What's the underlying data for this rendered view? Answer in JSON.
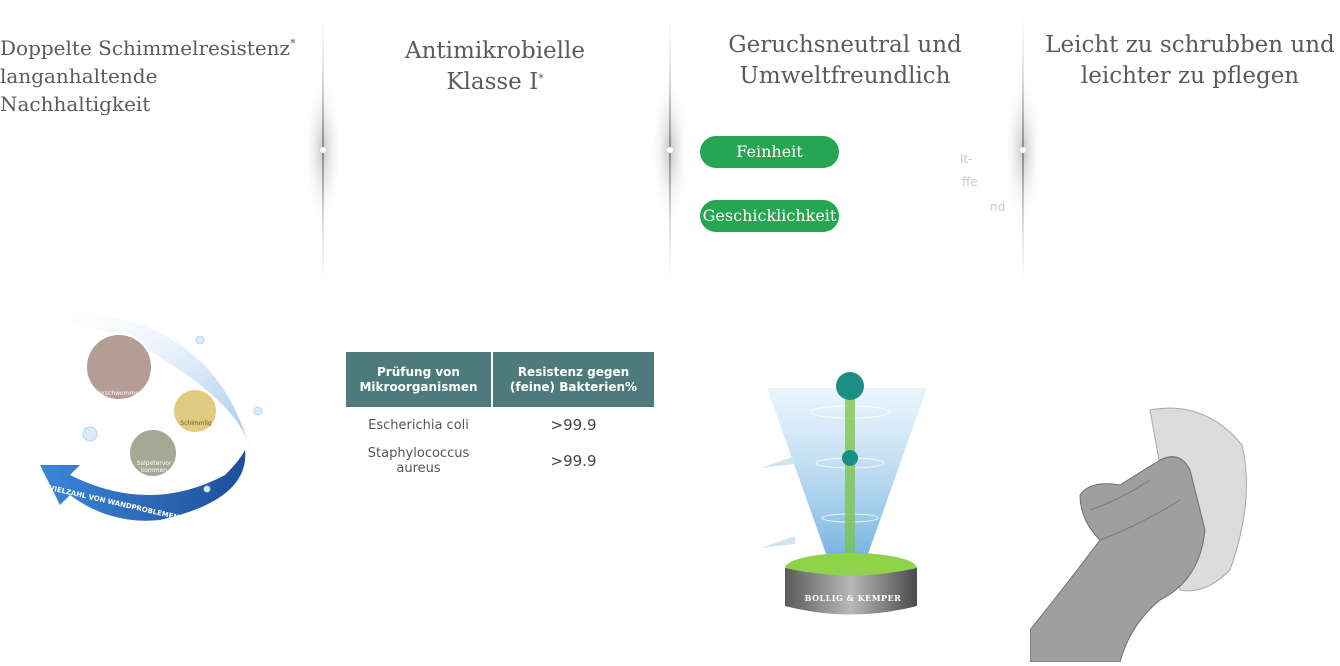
{
  "columns": [
    {
      "title_line1": "Doppelte Schimmelresistenz",
      "title_sup": "*",
      "title_line2": "langanhaltende Nachhaltigkeit"
    },
    {
      "title_line1": "Antimikrobielle",
      "title_line2": "Klasse I",
      "title_sup": "*"
    },
    {
      "title_line1": "Geruchsneutral und",
      "title_line2": "Umweltfreundlich"
    },
    {
      "title_line1": "Leicht zu schrubben und",
      "title_line2": "leichter zu pflegen"
    }
  ],
  "pills": [
    "Feinheit",
    "Geschicklichkeit"
  ],
  "faint_text": [
    "lt-",
    "ffe",
    "nd"
  ],
  "wall_problems": {
    "circles": [
      "Verschwommen",
      "Schimmlig",
      "Salpetervor kommen"
    ],
    "arrow_text": "VIELZAHL VON WANDPROBLEMEN LÖSEN"
  },
  "table": {
    "headers": [
      "Prüfung von Mikroorganismen",
      "Resistenz gegen (feine) Bakterien%"
    ],
    "rows": [
      [
        "Escherichia coli",
        ">99.9"
      ],
      [
        "Staphylococcus aureus",
        ">99.9"
      ]
    ]
  },
  "paint_can_brand": "BOLLIG & KEMPER",
  "colors": {
    "pill_green": "#26a552",
    "table_header": "#4e7a7c",
    "arrow_blue": "#2f6fc4",
    "filter_green": "#79c443"
  }
}
